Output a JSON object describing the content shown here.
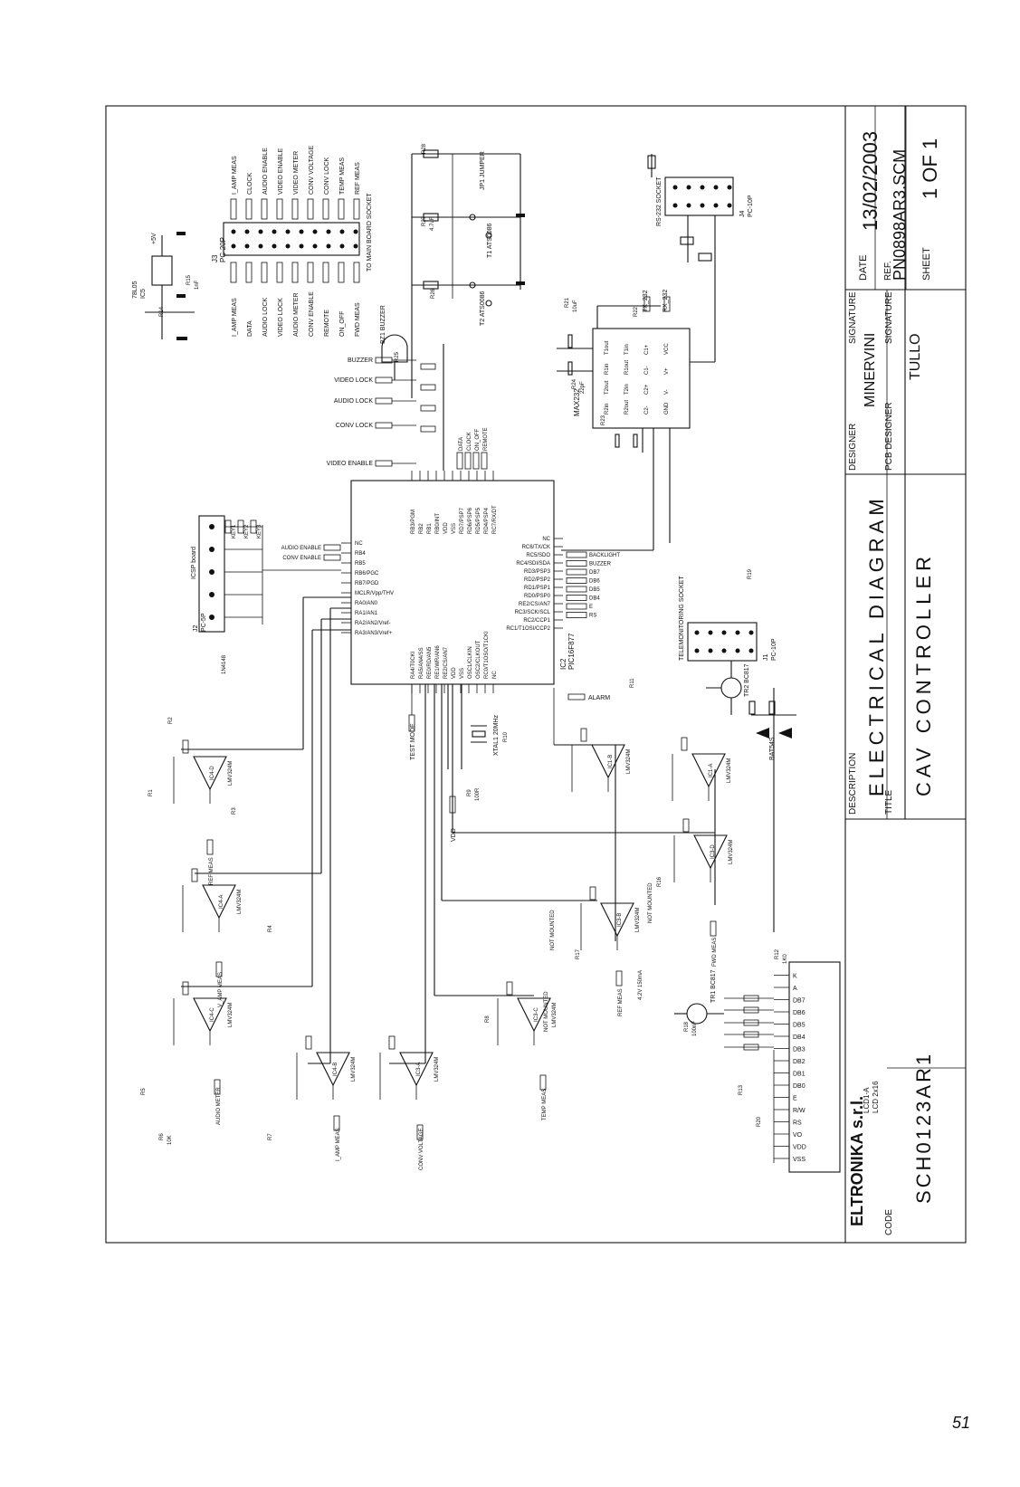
{
  "title_block": {
    "date_label": "DATE",
    "date_value": "13/02/2003",
    "ref_label": "REF.",
    "ref_value": "PN0898AR3.SCM",
    "sheet_label": "SHEET",
    "sheet_value": "1 OF 1",
    "signature_label": "SIGNATURE",
    "designer_label": "DESIGNER",
    "designer_value": "MINERVINI",
    "pcb_designer_label": "PCB DESIGNER",
    "pcb_designer_value": "TULLO",
    "description_label": "DESCRIPTION",
    "description_value": "ELECTRICAL DIAGRAM",
    "title_label": "TITLE",
    "title_value": "CAV CONTROLLER",
    "code_label": "CODE",
    "code_value": "SCH0123AR1",
    "company": "ELTRONIKA s.r.l."
  },
  "mcu": {
    "ref": "IC2",
    "part": "PIC16F877",
    "pins_top": [
      "RB3/PGM",
      "RB2",
      "RB1",
      "RB0/INT",
      "VDD",
      "VSS",
      "RD7/PSP7",
      "RD6/PSP6",
      "RD5/PSP5",
      "RD4/PSP4",
      "RC7/RX/DT"
    ],
    "pins_left": [
      "NC",
      "RB4",
      "RB5",
      "RB6/PGC",
      "RB7/PGD",
      "MCLR/Vpp/THV",
      "RA0/AN0",
      "RA1/AN1",
      "RA2/AN2/Vref-",
      "RA3/AN3/Vref+"
    ],
    "pins_right": [
      "NC",
      "RC6/TX/CK",
      "RC5/SDO",
      "RC4/SDI/SDA",
      "RD3/PSP3",
      "RD2/PSP2",
      "RD1/PSP1",
      "RD0/PSP0",
      "RE2/CS/AN7",
      "RC3/SCK/SCL",
      "RC2/CCP1",
      "RC1/T1OSI/CCP2"
    ],
    "pins_bottom": [
      "RA4/T0CKI",
      "RA5/AN4/SS",
      "RE0/RD/AN5",
      "RE1/WR/AN6",
      "RE2/CS/AN7",
      "VDD",
      "VSS",
      "OSC1/CLKIN",
      "OSC2/CLKOUT",
      "RC0/T1OSO/T1CKI",
      "NC"
    ]
  },
  "nets": {
    "top_header": [
      "I_AMP MEAS",
      "CLOCK",
      "AUDIO ENABLE",
      "VIDEO ENABLE",
      "VIDEO METER",
      "CONV VOLTAGE",
      "CONV LOCK",
      "TEMP MEAS",
      "REF MEAS"
    ],
    "bottom_header": [
      "I_AMP MEAS",
      "DATA",
      "AUDIO LOCK",
      "VIDEO LOCK",
      "AUDIO METER",
      "CONV ENABLE",
      "REMOTE",
      "ON_OFF",
      "FWD MEAS"
    ],
    "header_ref": "J3",
    "header_part": "PC-20P",
    "header_note": "TO MAIN BOARD SOCKET",
    "mcu_inputs_left": [
      "BUZZER",
      "VIDEO LOCK",
      "AUDIO LOCK",
      "CONV LOCK",
      "VIDEO ENABLE"
    ],
    "mcu_top_flags": [
      "DATA",
      "CLOCK",
      "ON_OFF",
      "REMOTE"
    ],
    "mcu_right_flags": [
      "BACKLIGHT",
      "BUZZER",
      "DB7",
      "DB6",
      "DB5",
      "DB4",
      "E",
      "RS"
    ],
    "mcu_left_flags": [
      "AUDIO ENABLE",
      "CONV ENABLE"
    ],
    "bottom_flags": [
      "TEST MODE",
      "ALARM",
      "VDD"
    ],
    "keys": [
      "KEY1",
      "KEY2",
      "KEY3"
    ],
    "icsp": "ICSP board",
    "icsp_ref": "J2",
    "icsp_part": "PC-5P"
  },
  "components": {
    "regulator": {
      "ref": "IC5",
      "part": "78L05",
      "out": "+5V"
    },
    "max232": {
      "ref": "IC1",
      "part": "MAX232",
      "pins": [
        "T1out",
        "R1in",
        "T2out",
        "R2in",
        "T1in",
        "R1out",
        "T2in",
        "R2out",
        "C1+",
        "C1-",
        "C2+",
        "C2-",
        "VCC",
        "V+",
        "V-",
        "GND"
      ]
    },
    "rs232": {
      "ref": "J4",
      "part": "PC-10P",
      "label": "RS-232 SOCKET",
      "signals": [
        "TX_232",
        "RX_232"
      ]
    },
    "telemetry": {
      "ref": "J1",
      "part": "PC-10P",
      "label": "TELEMONITORING SOCKET"
    },
    "jumpers": [
      "JP1 JUMPER",
      "T1 ATS0086",
      "T2 ATS0086"
    ],
    "buzzer": "BZ1 BUZZER",
    "lcd": {
      "ref": "LCD1-A",
      "part": "LCD 2x16",
      "pins": [
        "VSS",
        "VDD",
        "VO",
        "RS",
        "R/W",
        "E",
        "DB0",
        "DB1",
        "DB2",
        "DB3",
        "DB4",
        "DB5",
        "DB6",
        "DB7",
        "A",
        "K"
      ]
    },
    "opamps": [
      "IC4-A",
      "IC4-B",
      "IC4-C",
      "IC4-D",
      "IC3-A",
      "IC3-B",
      "IC3-C",
      "IC3-D"
    ],
    "opamp_part": "LMV324M",
    "transistors": [
      "TR1 BC817",
      "TR2 BC817"
    ],
    "battery": "BAT54S",
    "crystal": "XTAL1 20MHz",
    "measurements": [
      "VIDEO METER",
      "V_AMP MEAS",
      "AUDIO METER",
      "I_AMP MEAS",
      "CONV VOLTAGE",
      "TEMP MEAS",
      "REF MEAS",
      "FWD MEAS"
    ],
    "not_mounted": [
      "NOT MOUNTED",
      "NOT MOUNTED",
      "NOT MOUNTED"
    ],
    "resistors": [
      "R1",
      "R2",
      "R3",
      "R4",
      "R5",
      "R6",
      "R7",
      "R8",
      "R9",
      "R10",
      "R11",
      "R12",
      "R13",
      "R14",
      "R15",
      "R16",
      "R17",
      "R18",
      "R19",
      "R20",
      "R21",
      "R22",
      "R23",
      "R24",
      "R25",
      "R26",
      "R27",
      "R28"
    ],
    "values": [
      "10K",
      "100R",
      "1K0",
      "1nF",
      "100nF",
      "10uF",
      "22pF",
      "4.7uF",
      "4.2V 150mA",
      "1N4148"
    ]
  },
  "page_number": "51"
}
